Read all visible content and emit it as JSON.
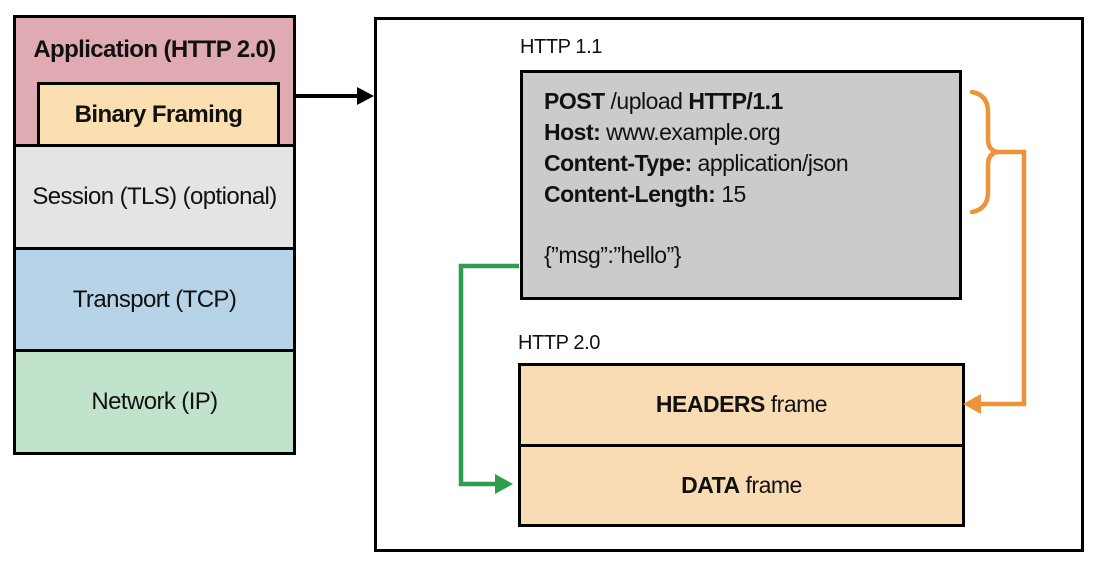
{
  "stack": {
    "application": {
      "label": "Application (HTTP 2.0)",
      "bg": "#dfaab2"
    },
    "binary_framing": {
      "label": "Binary Framing",
      "bg": "#fcdfb0"
    },
    "session": {
      "label": "Session (TLS) (optional)",
      "bg": "#e4e4e4"
    },
    "transport": {
      "label": "Transport (TCP)",
      "bg": "#b6d3e8"
    },
    "network": {
      "label": "Network (IP)",
      "bg": "#c2e3cb"
    }
  },
  "panel": {
    "http11_label": "HTTP 1.1",
    "http20_label": "HTTP 2.0",
    "request": {
      "bg": "#cbcbcb",
      "line1": {
        "b1": "POST",
        "r1": " /upload ",
        "b2": "HTTP/1.1"
      },
      "line2": {
        "b1": "Host:",
        "r1": " www.example.org"
      },
      "line3": {
        "b1": "Content-Type:",
        "r1": " application/json"
      },
      "line4": {
        "b1": "Content-Length:",
        "r1": " 15"
      },
      "body": "{”msg”:”hello”}"
    },
    "frames": {
      "bg": "#f9dcb3",
      "headers": {
        "b": "HEADERS",
        "r": " frame"
      },
      "data": {
        "b": "DATA",
        "r": " frame"
      }
    }
  },
  "connectors": {
    "binary_to_panel": {
      "color": "#000000"
    },
    "headers_to_frame": {
      "color": "#ee9339"
    },
    "body_to_frame": {
      "color": "#2d9e4f"
    }
  }
}
